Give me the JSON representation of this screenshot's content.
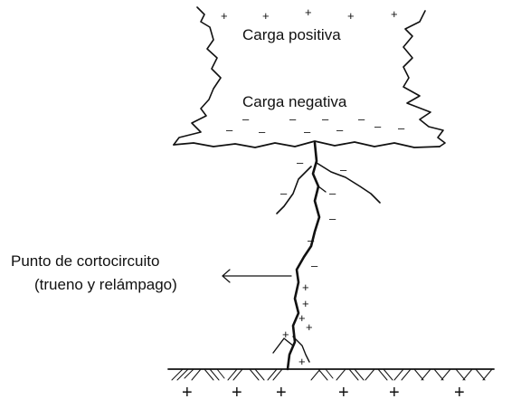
{
  "diagram": {
    "cloud": {
      "positive_label": "Carga positiva",
      "negative_label": "Carga negativa"
    },
    "annotation": {
      "line1": "Punto de cortocircuito",
      "line2": "(trueno y relámpago)"
    },
    "signs": {
      "plus": "+",
      "minus": "–"
    }
  }
}
